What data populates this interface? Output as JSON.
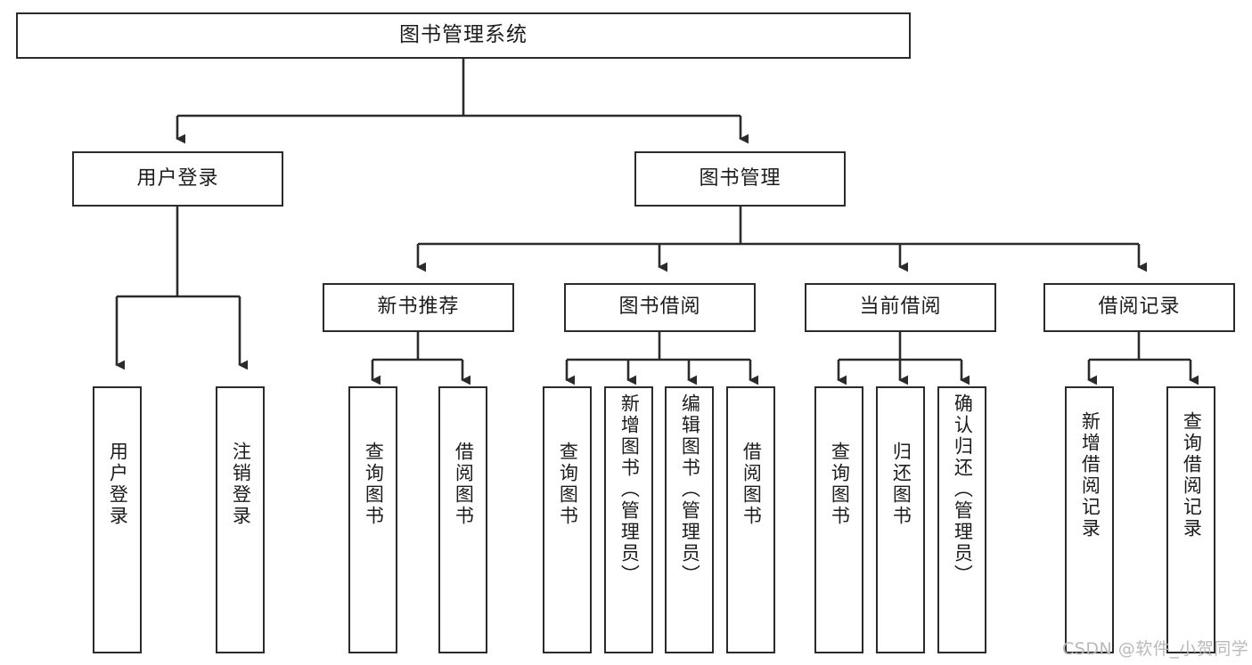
{
  "diagram": {
    "type": "tree-hierarchy-flowchart",
    "title": "图书管理系统",
    "colors": {
      "stroke": "#2b2b2b",
      "fill": "#ffffff",
      "text": "#1c1c1c",
      "watermark": "#b9b9b9"
    },
    "levels": [
      {
        "level": 1,
        "nodes": [
          {
            "id": "root",
            "label": "图书管理系统",
            "orientation": "horizontal"
          }
        ]
      },
      {
        "level": 2,
        "nodes": [
          {
            "id": "user-login",
            "label": "用户登录",
            "orientation": "horizontal",
            "parent": "root"
          },
          {
            "id": "book-manage",
            "label": "图书管理",
            "orientation": "horizontal",
            "parent": "root"
          }
        ]
      },
      {
        "level": 3,
        "nodes": [
          {
            "id": "new-book-rec",
            "label": "新书推荐",
            "orientation": "horizontal",
            "parent": "book-manage"
          },
          {
            "id": "book-borrow",
            "label": "图书借阅",
            "orientation": "horizontal",
            "parent": "book-manage"
          },
          {
            "id": "current-borrow",
            "label": "当前借阅",
            "orientation": "horizontal",
            "parent": "book-manage"
          },
          {
            "id": "borrow-record",
            "label": "借阅记录",
            "orientation": "horizontal",
            "parent": "book-manage"
          }
        ]
      },
      {
        "level": 4,
        "nodes": [
          {
            "id": "leaf-user-login",
            "label": "用户登录",
            "orientation": "vertical",
            "parent": "user-login"
          },
          {
            "id": "leaf-user-logout",
            "label": "注销登录",
            "orientation": "vertical",
            "parent": "user-login"
          },
          {
            "id": "leaf-query-book-1",
            "label": "查询图书",
            "orientation": "vertical",
            "parent": "new-book-rec"
          },
          {
            "id": "leaf-borrow-book-1",
            "label": "借阅图书",
            "orientation": "vertical",
            "parent": "new-book-rec"
          },
          {
            "id": "leaf-query-book-2",
            "label": "查询图书",
            "orientation": "vertical",
            "parent": "book-borrow"
          },
          {
            "id": "leaf-add-book",
            "label": "新增图书（管理员）",
            "orientation": "vertical",
            "parent": "book-borrow"
          },
          {
            "id": "leaf-edit-book",
            "label": "编辑图书（管理员）",
            "orientation": "vertical",
            "parent": "book-borrow"
          },
          {
            "id": "leaf-borrow-book-2",
            "label": "借阅图书",
            "orientation": "vertical",
            "parent": "book-borrow"
          },
          {
            "id": "leaf-query-book-3",
            "label": "查询图书",
            "orientation": "vertical",
            "parent": "current-borrow"
          },
          {
            "id": "leaf-return-book",
            "label": "归还图书",
            "orientation": "vertical",
            "parent": "current-borrow"
          },
          {
            "id": "leaf-confirm-return",
            "label": "确认归还（管理员）",
            "orientation": "vertical",
            "parent": "current-borrow"
          },
          {
            "id": "leaf-add-record",
            "label": "新增借阅记录",
            "orientation": "vertical",
            "parent": "borrow-record"
          },
          {
            "id": "leaf-query-record",
            "label": "查询借阅记录",
            "orientation": "vertical",
            "parent": "borrow-record"
          }
        ]
      }
    ]
  },
  "watermark": {
    "text": "CSDN @软件_小贺同学"
  }
}
